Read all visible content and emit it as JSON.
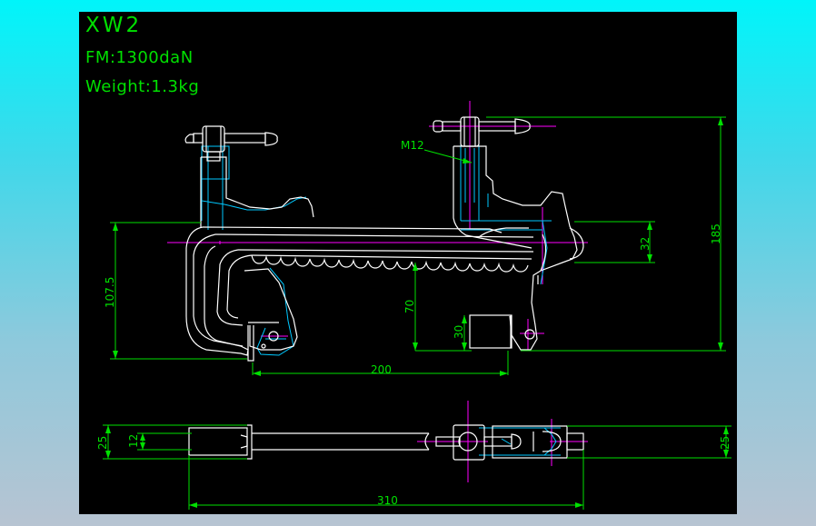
{
  "header": {
    "model": "XW2",
    "force": "FM:1300daN",
    "weight": "Weight:1.3kg"
  },
  "dimensions": {
    "thread": "M12",
    "height_overall": "185",
    "throat_depth": "32",
    "clamp_opening": "107.5",
    "jaw_height": "70",
    "jaw_width": "30",
    "reach": "200",
    "bar_thickness": "25",
    "bar_inner": "12",
    "bar_thickness_right": "25",
    "length_overall": "310"
  },
  "colors": {
    "background": "#000000",
    "outline": "#ffffff",
    "dimension": "#00e000",
    "centerline": "#ff00ff",
    "hidden": "#00c8ff"
  }
}
